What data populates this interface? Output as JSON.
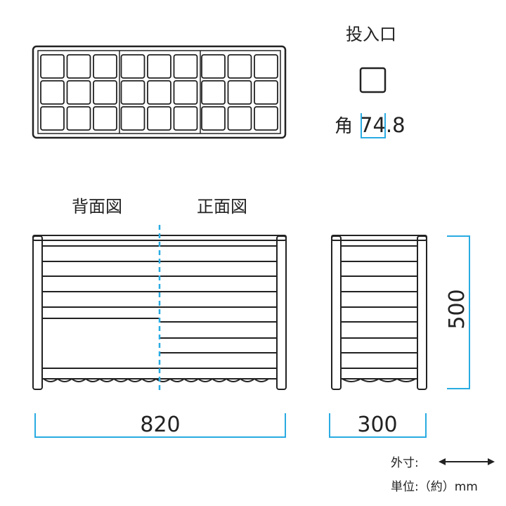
{
  "top_view": {
    "grid_rows": 3,
    "grid_cols": 9
  },
  "opening": {
    "title": "投入口",
    "size_prefix": "角",
    "size_value": "74.8"
  },
  "views": {
    "back_label": "背面図",
    "front_label": "正面図"
  },
  "dimensions": {
    "width": "820",
    "depth": "300",
    "height": "500"
  },
  "legend": {
    "outer_label": "外寸:",
    "unit_label": "単位:（約）mm"
  },
  "colors": {
    "dimension": "#29abe2",
    "line": "#222222"
  }
}
